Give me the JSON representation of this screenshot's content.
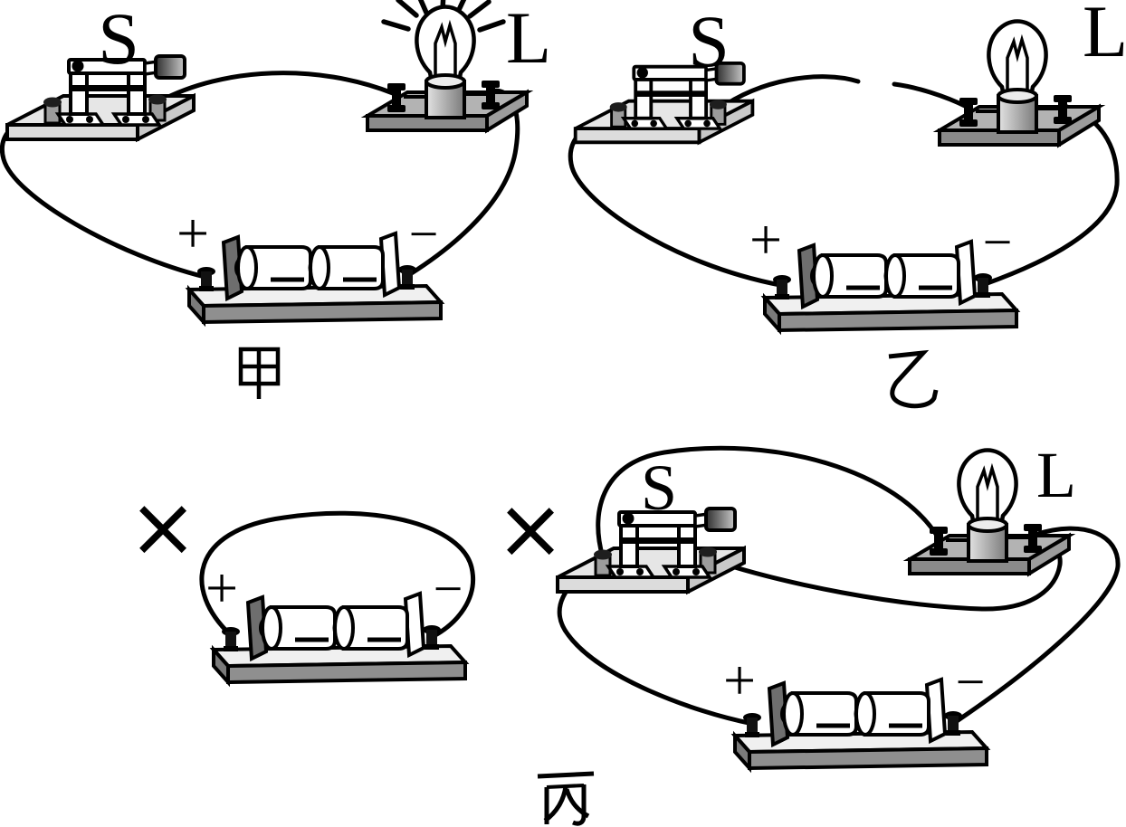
{
  "colors": {
    "ink": "#000000",
    "background": "#ffffff",
    "switch_base": "#e6e6e6",
    "lamp_base_top": "#b3b3b3",
    "lamp_base_front": "#8a8a8a",
    "battery_base_front": "#8f8f8f",
    "battery_end_plate": "#6e6e6e"
  },
  "circuits": {
    "jia": {
      "caption": "甲",
      "switch_label": "S",
      "lamp_label": "L",
      "plus": "+",
      "minus": "−",
      "lamp_state": "lit"
    },
    "yi": {
      "caption": "乙",
      "switch_label": "S",
      "lamp_label": "L",
      "plus": "+",
      "minus": "−",
      "lamp_state": "unlit"
    },
    "bing": {
      "caption": "丙",
      "left": {
        "cross": "×",
        "plus": "+",
        "minus": "−"
      },
      "right": {
        "cross": "×",
        "switch_label": "S",
        "lamp_label": "L",
        "plus": "+",
        "minus": "−",
        "lamp_state": "unlit"
      }
    }
  }
}
